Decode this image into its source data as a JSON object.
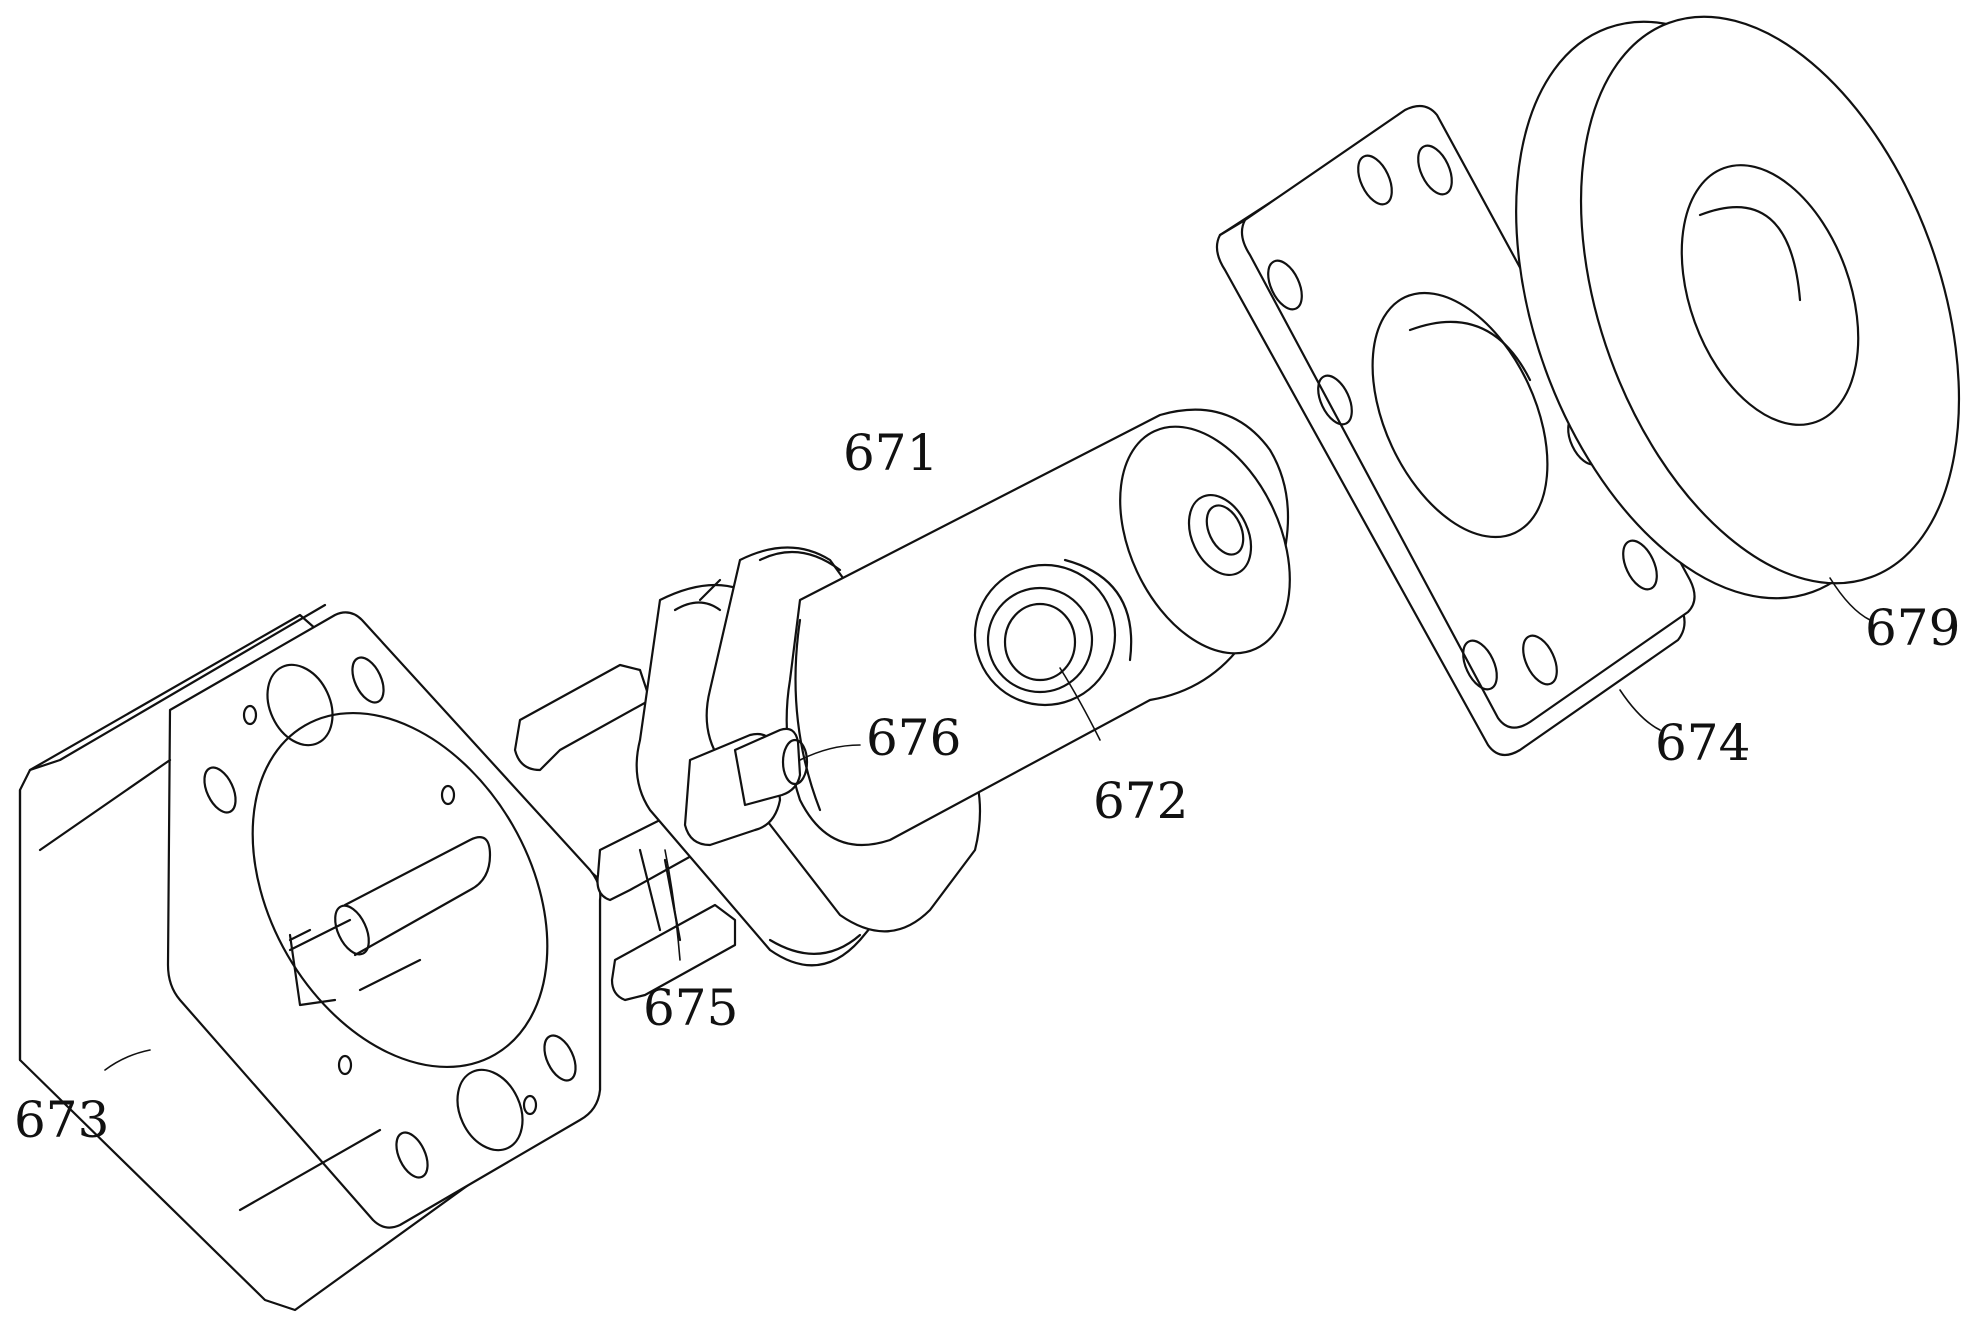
{
  "labels": {
    "part_671": "671",
    "part_672": "672",
    "part_673": "673",
    "part_674": "674",
    "part_675": "675",
    "part_676": "676",
    "part_679": "679"
  },
  "colors": {
    "ink": "#111111",
    "paper": "#ffffff"
  }
}
